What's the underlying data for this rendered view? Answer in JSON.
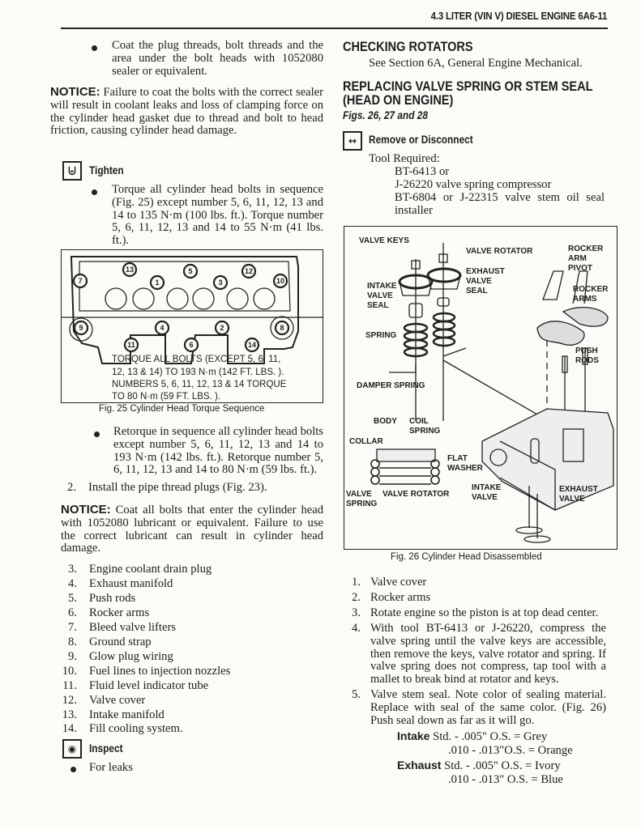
{
  "header": {
    "title": "4.3 LITER (VIN V) DIESEL ENGINE  6A6-11"
  },
  "left": {
    "bullet1": "Coat the plug threads, bolt threads and the area under the bolt heads with 1052080 sealer or equivalent.",
    "notice1_label": "NOTICE:",
    "notice1_text": " Failure to coat the bolts with the correct sealer will result in coolant leaks and loss of clamping force on the cylinder head gasket due to thread and bolt to head friction, causing cylinder head damage.",
    "tighten_label": "Tighten",
    "bullet2": "Torque all cylinder head bolts in sequence (Fig. 25) except number 5, 6, 11, 12, 13 and 14 to 135 N·m (100 lbs. ft.). Torque number 5, 6, 11, 12, 13 and 14 to 55 N·m (41 lbs. ft.).",
    "fig25": {
      "bolts_top": [
        "7",
        "13",
        "1",
        "5",
        "3",
        "12",
        "10"
      ],
      "bolts_bottom": [
        "9",
        "4",
        "2",
        "8",
        "11",
        "6",
        "14"
      ],
      "note_lines": [
        "TORQUE ALL BOLTS (EXCEPT 5, 6, 11,",
        "12, 13 & 14) TO 193 N·m (142 FT.  LBS. ).",
        "NUMBERS 5, 6, 11, 12, 13 & 14 TORQUE",
        "TO 80 N·m (59 FT.  LBS. )."
      ],
      "caption": "Fig. 25 Cylinder Head Torque Sequence"
    },
    "bullet3": "Retorque in sequence all cylinder head bolts except number 5, 6, 11, 12, 13 and 14 to 193 N·m (142 lbs. ft.). Retorque number 5, 6, 11, 12, 13 and 14 to 80 N·m (59 lbs. ft.).",
    "step2_num": "2.",
    "step2_text": "Install the pipe thread plugs (Fig. 23).",
    "notice2_label": "NOTICE:",
    "notice2_text": " Coat all bolts that enter the cylinder head with 1052080 lubricant or equivalent. Failure to use the correct lubricant can result in cylinder head damage.",
    "steps": [
      {
        "num": "3.",
        "text": "Engine coolant drain plug"
      },
      {
        "num": "4.",
        "text": "Exhaust manifold"
      },
      {
        "num": "5.",
        "text": "Push rods"
      },
      {
        "num": "6.",
        "text": "Rocker arms"
      },
      {
        "num": "7.",
        "text": "Bleed valve lifters"
      },
      {
        "num": "8.",
        "text": "Ground strap"
      },
      {
        "num": "9.",
        "text": "Glow plug wiring"
      },
      {
        "num": "10.",
        "text": "Fuel lines to injection nozzles"
      },
      {
        "num": "11.",
        "text": "Fluid level indicator tube"
      },
      {
        "num": "12.",
        "text": "Valve cover"
      },
      {
        "num": "13.",
        "text": "Intake manifold"
      },
      {
        "num": "14.",
        "text": "Fill cooling system."
      }
    ],
    "inspect_label": "Inspect",
    "bullet4": "For leaks"
  },
  "right": {
    "h_checking": "CHECKING ROTATORS",
    "see_section": "See Section 6A, General Engine Mechanical.",
    "h_replacing_1": "REPLACING VALVE SPRING OR STEM SEAL",
    "h_replacing_2": "(HEAD ON ENGINE)",
    "figs_ref": "Figs. 26, 27 and 28",
    "remove_label": "Remove or Disconnect",
    "tool_required": "Tool Required:",
    "tools": [
      "BT-6413 or",
      "J-26220 valve spring compressor",
      "BT-6804 or J-22315 valve stem oil seal",
      "installer"
    ],
    "fig26": {
      "labels": {
        "valve_keys": "VALVE KEYS",
        "valve_rotator": "VALVE ROTATOR",
        "exhaust_valve_seal": [
          "EXHAUST",
          "VALVE",
          "SEAL"
        ],
        "intake_valve_seal": [
          "INTAKE",
          "VALVE",
          "SEAL"
        ],
        "spring": "SPRING",
        "damper_spring": "DAMPER SPRING",
        "rocker_arm_pivot": [
          "ROCKER",
          "ARM",
          "PIVOT"
        ],
        "rocker_arms": [
          "ROCKER",
          "ARMS"
        ],
        "push_rods": [
          "PUSH",
          "RODS"
        ],
        "body": "BODY",
        "coil_spring": [
          "COIL",
          "SPRING"
        ],
        "collar": "COLLAR",
        "flat_washer": [
          "FLAT",
          "WASHER"
        ],
        "valve_spring": [
          "VALVE",
          "SPRING"
        ],
        "valve_rotator_2": "VALVE ROTATOR",
        "intake_valve": [
          "INTAKE",
          "VALVE"
        ],
        "exhaust_valve": [
          "EXHAUST",
          "VALVE"
        ]
      },
      "caption": "Fig. 26 Cylinder Head Disassembled"
    },
    "steps": [
      {
        "num": "1.",
        "text": "Valve cover"
      },
      {
        "num": "2.",
        "text": "Rocker arms"
      },
      {
        "num": "3.",
        "text": "Rotate engine so the piston is at top dead center."
      },
      {
        "num": "4.",
        "text": "With tool BT-6413 or J-26220, compress the valve spring until the valve keys are accessible, then remove the keys, valve rotator and spring. If valve spring does not compress, tap tool with a mallet to break bind at rotator and keys."
      },
      {
        "num": "5.",
        "text": "Valve stem seal. Note color of sealing material. Replace with seal of the same color. (Fig. 26) Push seal down as far as it will go."
      }
    ],
    "seal_colors": {
      "intake_label": "Intake",
      "intake_std": "Std. - .005\" O.S. = Grey",
      "intake_os": ".010 - .013\"O.S. = Orange",
      "exhaust_label": "Exhaust",
      "exhaust_std": "Std. - .005\" O.S. = Ivory",
      "exhaust_os": ".010 - .013\" O.S. = Blue"
    }
  }
}
